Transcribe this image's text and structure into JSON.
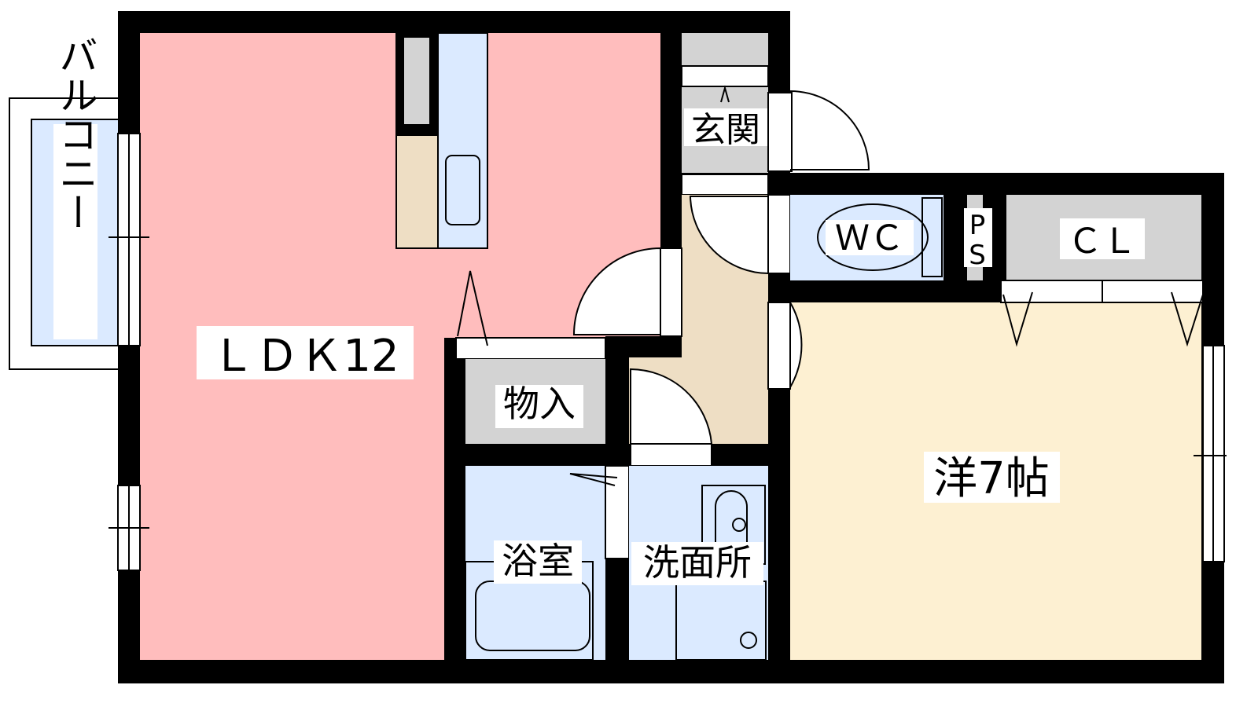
{
  "rooms": {
    "ldk": "ＬＤＫ12",
    "balcony": "バルコニー",
    "entrance": "玄関",
    "wc": "ＷＣ",
    "ps_p": "P",
    "ps_s": "S",
    "closet": "ＣＬ",
    "storage": "物入",
    "bath": "浴室",
    "washroom": "洗面所",
    "western_room": "洋7帖"
  },
  "colors": {
    "ldk": "#ffbdbd",
    "wet": "#dbeaff",
    "storage": "#d3d3d3",
    "hall": "#eedec4",
    "western": "#fdf0d2",
    "wall": "#000000"
  }
}
